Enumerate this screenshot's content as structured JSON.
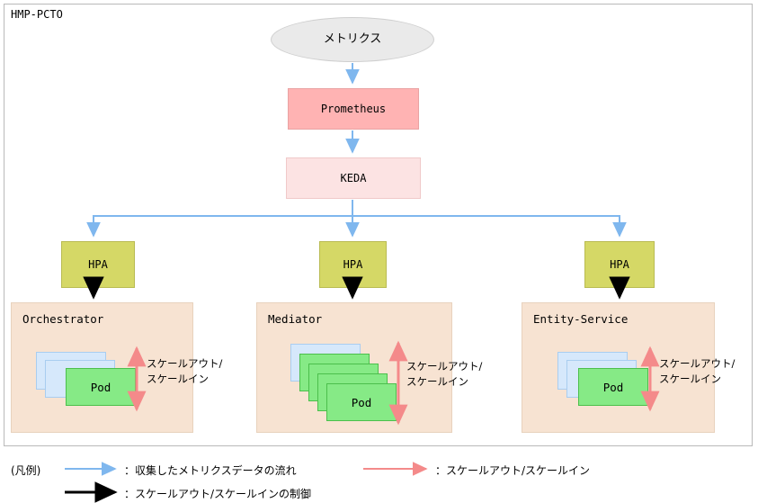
{
  "diagram": {
    "title": "HMP-PCTO",
    "source": {
      "label": "メトリクス",
      "shape": "ellipse",
      "fill": "#eaeaea"
    },
    "pipeline": [
      {
        "label": "Prometheus",
        "fill": "#ffb3b3"
      },
      {
        "label": "KEDA",
        "fill": "#fce3e3"
      }
    ],
    "controllers": [
      {
        "label": "HPA",
        "fill": "#d5d866"
      },
      {
        "label": "HPA",
        "fill": "#d5d866"
      },
      {
        "label": "HPA",
        "fill": "#d5d866"
      }
    ],
    "services": [
      {
        "name": "Orchestrator",
        "pod_label": "Pod",
        "blue_pods": 2,
        "green_pods": 1,
        "scale_text_line1": "スケールアウト/",
        "scale_text_line2": "スケールイン"
      },
      {
        "name": "Mediator",
        "pod_label": "Pod",
        "blue_pods": 1,
        "green_pods": 4,
        "scale_text_line1": "スケールアウト/",
        "scale_text_line2": "スケールイン"
      },
      {
        "name": "Entity-Service",
        "pod_label": "Pod",
        "blue_pods": 2,
        "green_pods": 1,
        "scale_text_line1": "スケールアウト/",
        "scale_text_line2": "スケールイン"
      }
    ]
  },
  "legend": {
    "title": "(凡例)",
    "entries": [
      {
        "arrow_color": "#7fb7ee",
        "text": "：収集したメトリクスデータの流れ"
      },
      {
        "arrow_color": "#000000",
        "text": "：スケールアウト/スケールインの制御"
      },
      {
        "arrow_color": "#f48a8a",
        "text": "：スケールアウト/スケールイン"
      }
    ]
  },
  "colors": {
    "flow_arrow": "#7fb7ee",
    "control_arrow": "#000000",
    "scale_arrow": "#f48a8a",
    "service_bg": "#f7e3d2",
    "pod_blue": "#d6e8fb",
    "pod_green": "#86ea86"
  }
}
